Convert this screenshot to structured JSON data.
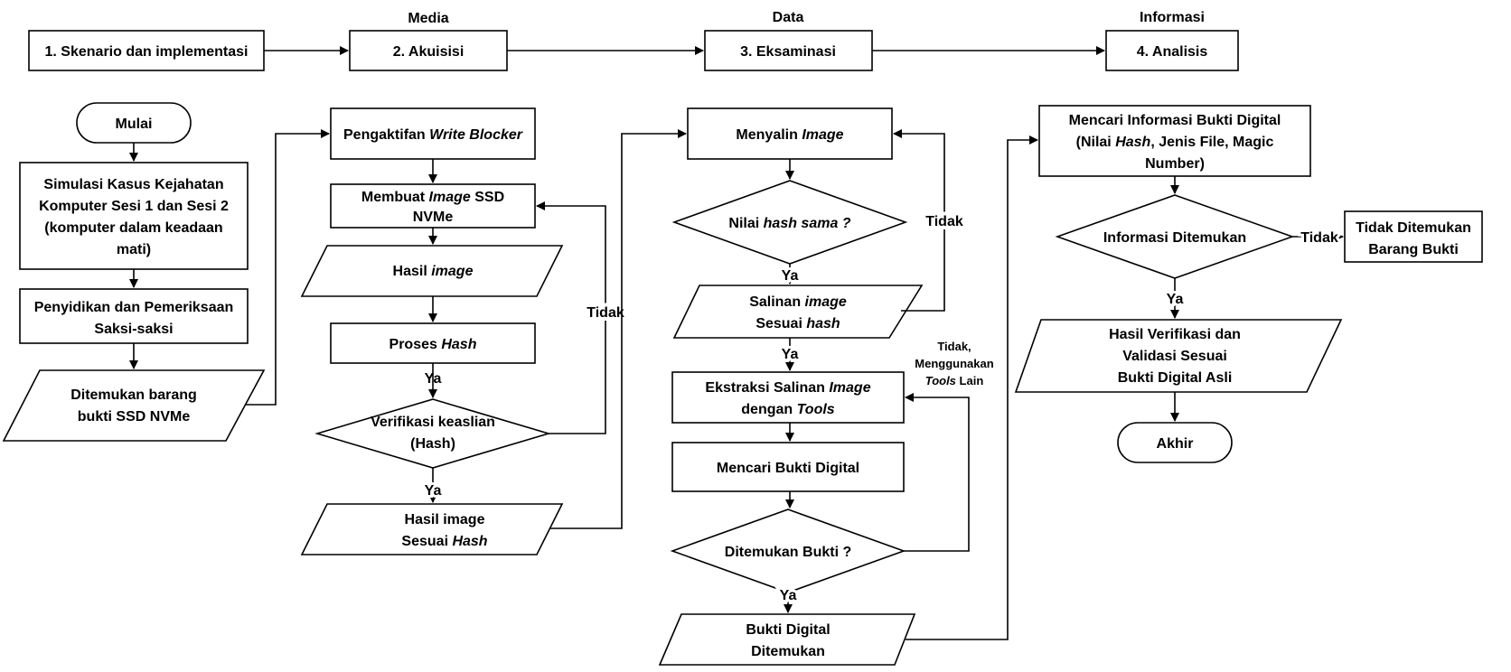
{
  "stages": {
    "s1": "1. Skenario dan implementasi",
    "s2": "2. Akuisisi",
    "s3": "3. Eksaminasi",
    "s4": "4. Analisis"
  },
  "stage_labels": {
    "media": "Media",
    "data": "Data",
    "informasi": "Informasi"
  },
  "col1": {
    "start": "Mulai",
    "sim": [
      "Simulasi Kasus Kejahatan",
      "Komputer Sesi 1 dan Sesi 2",
      "(komputer dalam keadaan",
      "mati)"
    ],
    "investigate": [
      "Penyidikan dan Pemeriksaan",
      "Saksi-saksi"
    ],
    "found": [
      "Ditemukan barang",
      "bukti SSD NVMe"
    ]
  },
  "col2": {
    "writeblock_a": "Pengaktifan ",
    "writeblock_b": "Write Blocker",
    "makeimage_a": "Membuat ",
    "makeimage_b": "Image",
    "makeimage_c": " SSD",
    "makeimage_d": "NVMe",
    "result_a": "Hasil ",
    "result_b": "image",
    "hash_a": "Proses ",
    "hash_b": "Hash",
    "ya1": "Ya",
    "verify": [
      "Verifikasi keaslian",
      "(Hash)"
    ],
    "ya2": "Ya",
    "tidak": "Tidak",
    "final_1": "Hasil image",
    "final_2a": "Sesuai ",
    "final_2b": "Hash"
  },
  "col3": {
    "copy_a": "Menyalin ",
    "copy_b": "Image",
    "hashcheck_a": "Nilai ",
    "hashcheck_b": "hash sama ?",
    "tidak1": "Tidak",
    "ya1": "Ya",
    "copyok_1a": "Salinan ",
    "copyok_1b": "image",
    "copyok_2a": "Sesuai ",
    "copyok_2b": "hash",
    "ya2": "Ya",
    "note_1": "Tidak,",
    "note_2": "Menggunakan",
    "note_3a": "Tools",
    "note_3b": " Lain",
    "extract_1a": "Ekstraksi Salinan ",
    "extract_1b": "Image",
    "extract_2a": "dengan ",
    "extract_2b": "Tools",
    "search": "Mencari Bukti Digital",
    "foundq": "Ditemukan Bukti ?",
    "ya3": "Ya",
    "evidence": [
      "Bukti Digital",
      "Ditemukan"
    ]
  },
  "col4": {
    "info_1": "Mencari Informasi Bukti Digital",
    "info_2a": "(Nilai ",
    "info_2b": "Hash",
    "info_2c": ", Jenis File, Magic",
    "info_3": "Number)",
    "infoq": "Informasi Ditemukan",
    "tidak": "Tidak",
    "notfound": [
      "Tidak Ditemukan",
      "Barang Bukti"
    ],
    "ya": "Ya",
    "verified": [
      "Hasil Verifikasi dan",
      "Validasi Sesuai",
      "Bukti Digital Asli"
    ],
    "end": "Akhir"
  }
}
